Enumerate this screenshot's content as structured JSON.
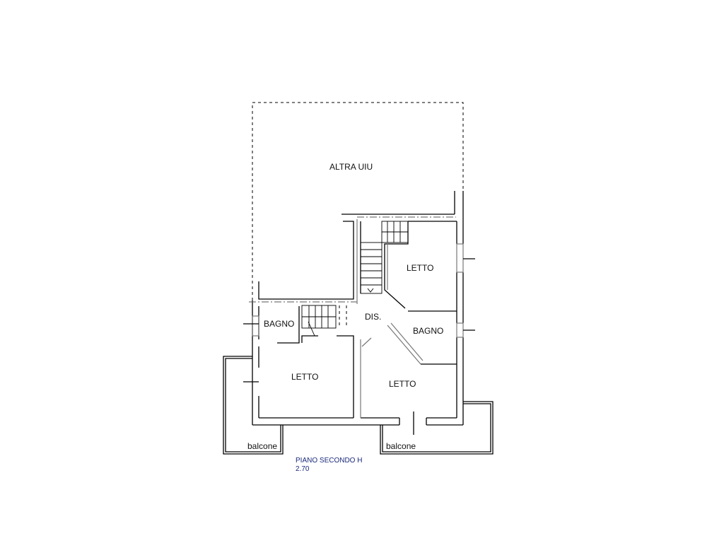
{
  "rooms": {
    "altra_uiu": "ALTRA UIU",
    "letto_top_right": "LETTO",
    "dis": "DIS.",
    "bagno_left": "BAGNO",
    "bagno_right": "BAGNO",
    "letto_bottom_left": "LETTO",
    "letto_bottom_right": "LETTO",
    "balcone_left": "balcone",
    "balcone_right": "balcone"
  },
  "caption": {
    "line1": "PIANO SECONDO H",
    "line2": "2.70"
  },
  "colors": {
    "wall": "#000000",
    "caption": "#1a2a7a"
  }
}
